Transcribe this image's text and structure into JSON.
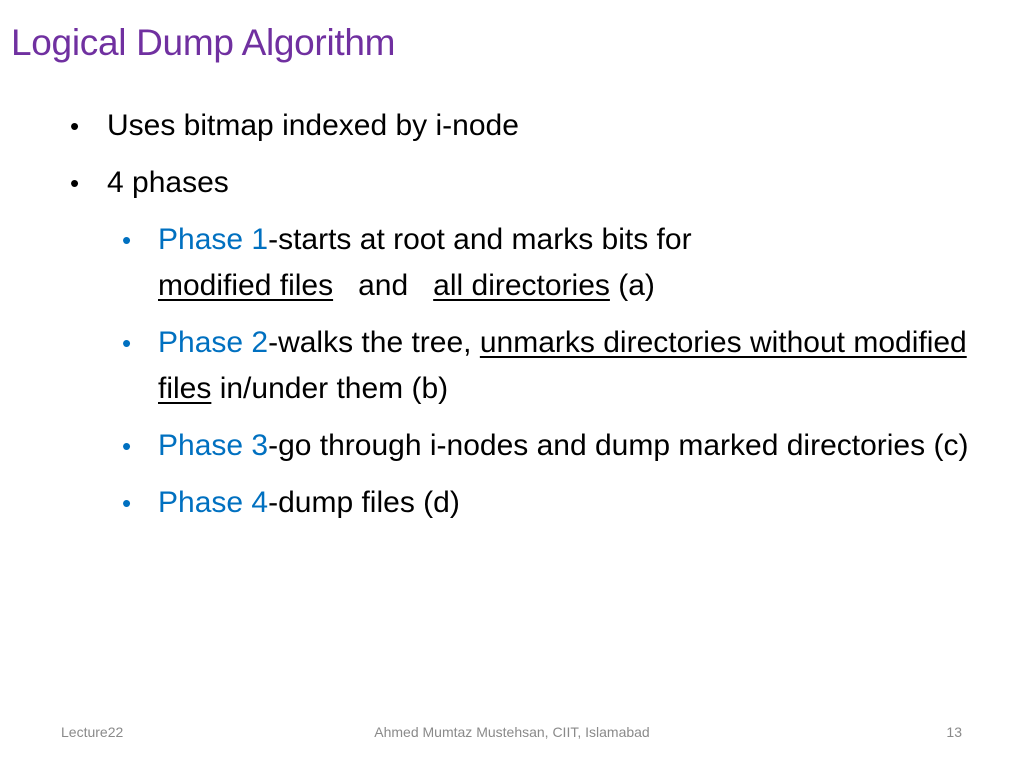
{
  "slide": {
    "title": "Logical Dump Algorithm",
    "bullets": [
      "Uses bitmap indexed by i-node",
      "4 phases"
    ],
    "phases": [
      {
        "label": "Phase 1",
        "t1": "-starts at root and marks bits for",
        "u1": "modified files",
        "t2": "and",
        "u2": "all directories",
        "t3": "(a)"
      },
      {
        "label": "Phase 2",
        "t1": "-walks the tree,",
        "u1": "unmarks directories without modified files",
        "t2": "in/under them (b)"
      },
      {
        "label": "Phase 3",
        "t1": "-go through i-nodes and dump marked directories (c)"
      },
      {
        "label": "Phase 4",
        "t1": "-dump files (d)"
      }
    ],
    "bullet_glyph": "•"
  },
  "footer": {
    "left": "Lecture22",
    "center": "Ahmed Mumtaz Mustehsan, CIIT, Islamabad",
    "right": "13"
  },
  "colors": {
    "title": "#7030A0",
    "phase": "#0070C0",
    "footer": "#8a8a8a"
  }
}
